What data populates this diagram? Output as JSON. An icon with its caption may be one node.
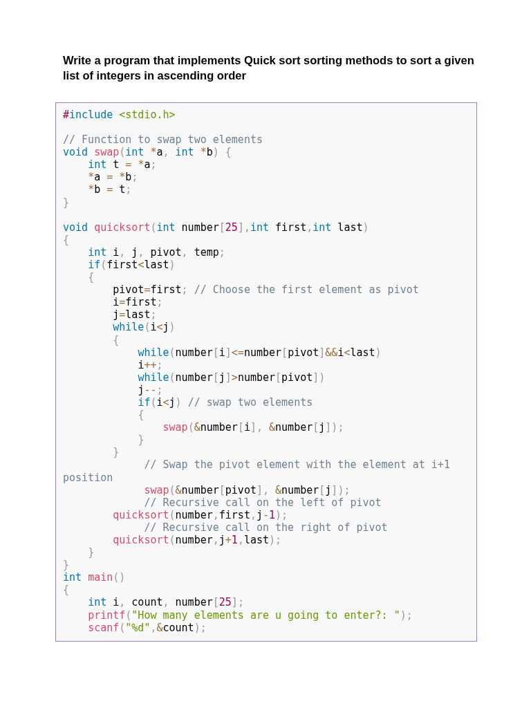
{
  "diagram": {
    "title": "Write a program that implements Quick sort sorting methods to sort a given list of integers in ascending order",
    "labels": [
      "#include <stdio.h>",
      "// Function to swap two elements",
      "void swap(int *a, int *b) {",
      "    int t = *a;",
      "    *a = *b;",
      "    *b = t;",
      "}",
      "void quicksort(int number[25],int first,int last)",
      "{",
      "    int i, j, pivot, temp;",
      "    if(first<last)",
      "    {",
      "        pivot=first; // Choose the first element as pivot",
      "        i=first;",
      "        j=last;",
      "        while(i<j)",
      "        {",
      "            while(number[i]<=number[pivot]&&i<last)",
      "            i++;",
      "            while(number[j]>number[pivot])",
      "            j--;",
      "            if(i<j) // swap two elements",
      "            {",
      "                swap(&number[i], &number[j]);",
      "            }",
      "        }",
      "             // Swap the pivot element with the element at i+1 position",
      "             swap(&number[pivot], &number[j]);",
      "             // Recursive call on the left of pivot",
      "        quicksort(number,first,j-1);",
      "             // Recursive call on the right of pivot",
      "        quicksort(number,j+1,last);",
      "    }",
      "}",
      "int main()",
      "{",
      "    int i, count, number[25];",
      "    printf(\"How many elements are u going to enter?: \");",
      "    scanf(\"%d\",&count);"
    ]
  }
}
